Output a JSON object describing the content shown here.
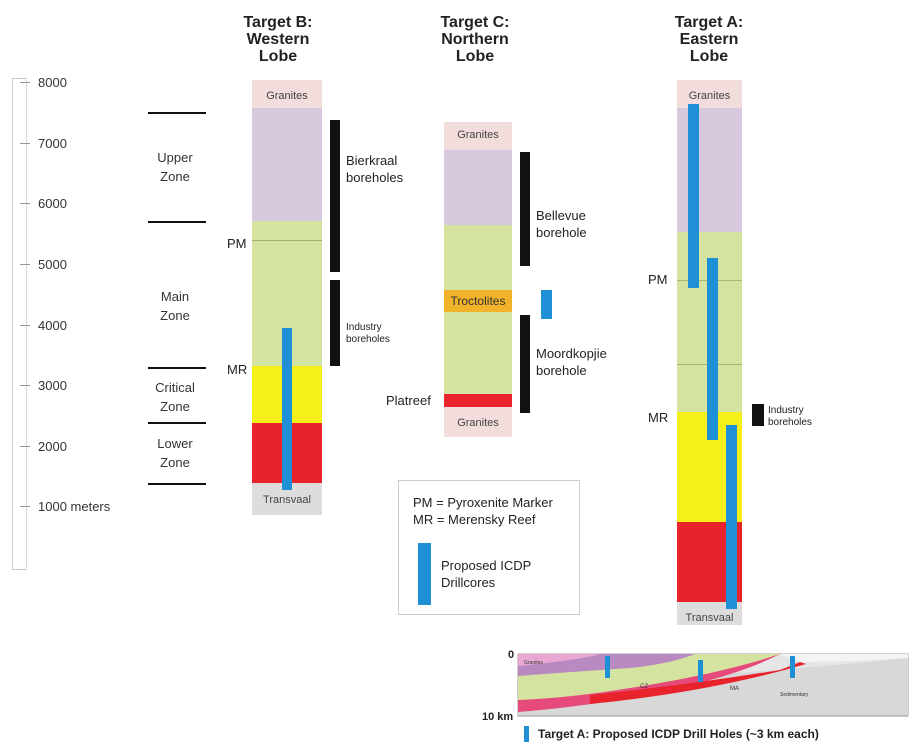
{
  "scale": {
    "ticks": [
      "8000",
      "7000",
      "6000",
      "5000",
      "4000",
      "3000",
      "2000",
      "1000 meters"
    ]
  },
  "zones": [
    {
      "lines": [
        "Upper",
        "Zone"
      ]
    },
    {
      "lines": [
        "Main",
        "Zone"
      ]
    },
    {
      "lines": [
        "Critical",
        "Zone"
      ]
    },
    {
      "lines": [
        "Lower",
        "Zone"
      ]
    }
  ],
  "target_b": {
    "title": [
      "Target B:",
      "Western",
      "Lobe"
    ],
    "layers": {
      "top": "Granites",
      "bottom": "Transvaal"
    },
    "markers": {
      "pm": "PM",
      "mr": "MR"
    },
    "boreholes": {
      "bierkraal": [
        "Bierkraal",
        "boreholes"
      ],
      "industry": [
        "Industry",
        "boreholes"
      ]
    }
  },
  "target_c": {
    "title": [
      "Target C:",
      "Northern",
      "Lobe"
    ],
    "layers": {
      "top": "Granites",
      "troctolites": "Troctolites",
      "bottom": "Granites"
    },
    "markers": {
      "platreef": "Platreef"
    },
    "boreholes": {
      "bellevue": [
        "Bellevue",
        "borehole"
      ],
      "moordkopjie": [
        "Moordkopjie",
        "borehole"
      ]
    }
  },
  "target_a": {
    "title": [
      "Target A:",
      "Eastern",
      "Lobe"
    ],
    "layers": {
      "top": "Granites",
      "bottom": "Transvaal"
    },
    "markers": {
      "pm": "PM",
      "mr": "MR"
    },
    "boreholes": {
      "industry": [
        "Industry",
        "boreholes"
      ]
    }
  },
  "legend": {
    "pm": "PM = Pyroxenite Marker",
    "mr": "MR = Merensky Reef",
    "drill": [
      "Proposed ICDP",
      "Drillcores"
    ]
  },
  "cross_section": {
    "depth_top": "0",
    "depth_bottom": "10 km",
    "labels": [
      "Granites",
      "CZ",
      "MA",
      "Sedimentary"
    ],
    "caption": "Target A: Proposed ICDP Drill Holes (~3 km each)"
  },
  "colors": {
    "granites": "#f2dcdc",
    "upper_zone": "#d6c8dd",
    "main_zone": "#d5e3a0",
    "critical_zone": "#f5ef1a",
    "lower_zone": "#e8232b",
    "transvaal": "#dddddd",
    "troctolites": "#f0b32a",
    "drill": "#1f8fd6",
    "borehole": "#111111"
  }
}
